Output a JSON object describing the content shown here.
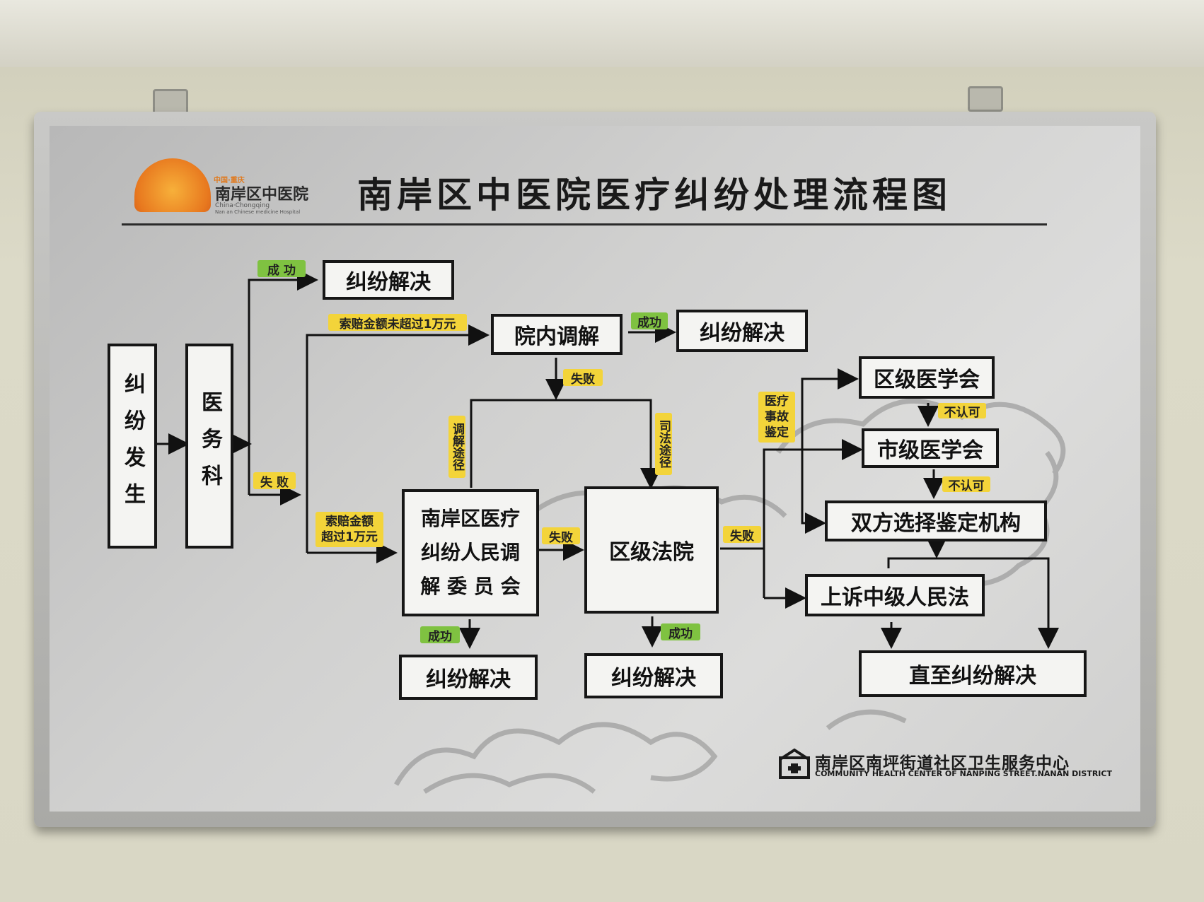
{
  "header": {
    "title": "南岸区中医院医疗纠纷处理流程图",
    "logo_top": "中国·重庆",
    "logo_name": "南岸区中医院",
    "logo_en1": "China·Chongqing",
    "logo_en2": "Nan an Chinese medicine Hospital"
  },
  "nodes": {
    "dispute_occurs": "纠纷发生",
    "medical_affairs": "医务科",
    "resolved_1": "纠纷解决",
    "internal_mediation": "院内调解",
    "resolved_2": "纠纷解决",
    "mediation_committee": "南岸区医疗\n纠纷人民调\n解 委 员 会",
    "district_court": "区级法院",
    "resolved_3": "纠纷解决",
    "resolved_4": "纠纷解决",
    "district_med_assoc": "区级医学会",
    "city_med_assoc": "市级医学会",
    "both_choose_agency": "双方选择鉴定机构",
    "appeal_intermediate": "上诉中级人民法",
    "until_resolved": "直至纠纷解决"
  },
  "labels": {
    "success": "成 功",
    "fail": "失 败",
    "success_b": "成功",
    "fail_b": "失败",
    "claim_under": "索赔金额未超过1万元",
    "claim_over": "索赔金额\n超过1万元",
    "mediation_path": "调解途径",
    "judicial_path": "司法途径",
    "medical_accident_appraisal": "医疗\n事故\n鉴定",
    "not_accepted": "不认可"
  },
  "footer": {
    "name_cn": "南岸区南坪街道社区卫生服务中心",
    "name_en": "COMMUNITY HEALTH CENTER OF NANPING STREET.NANAN DISTRICT"
  },
  "colors": {
    "success_tag": "#7fc241",
    "fail_tag": "#f3d43a",
    "logo_orange": "#e8791f"
  }
}
